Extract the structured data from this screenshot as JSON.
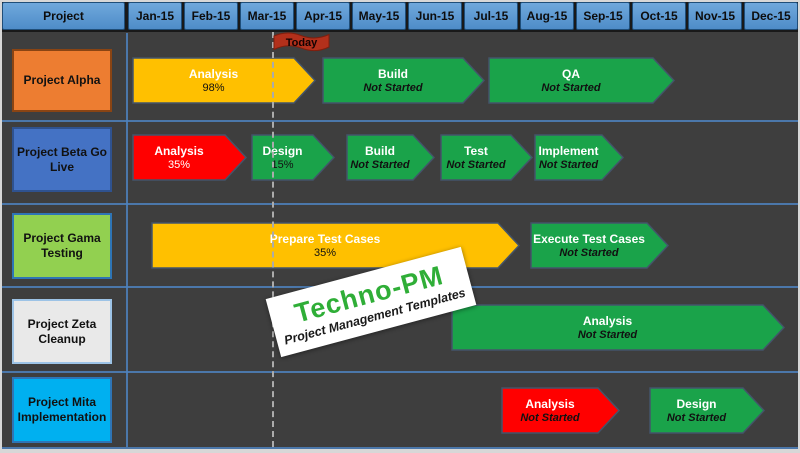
{
  "header": {
    "project_col_label": "Project"
  },
  "today": {
    "label": "Today"
  },
  "watermark": {
    "title": "Techno-PM",
    "subtitle": "Project Management Templates",
    "title_color": "#2FAE37"
  },
  "colors": {
    "background": "#3E3E3E",
    "header_blue": "#5B9BD5",
    "grid_blue": "#4E81BD",
    "dashed_today_line": "#ABABAB",
    "task_green": "#1AA34A",
    "task_yellow": "#FFC000",
    "task_red": "#FF0000",
    "flag_red": "#B3301B",
    "frame_gray": "#D7D7D7"
  },
  "chart_data": {
    "type": "bar",
    "subtype": "gantt-project-roadmap",
    "title": "",
    "x_labels": [
      "Jan-15",
      "Feb-15",
      "Mar-15",
      "Apr-15",
      "May-15",
      "Jun-15",
      "Jul-15",
      "Aug-15",
      "Sep-15",
      "Oct-15",
      "Nov-15",
      "Dec-15"
    ],
    "x_unit": "month",
    "today_marker": {
      "label": "Today",
      "month_position": 2.6
    },
    "legend": "none",
    "rows": [
      {
        "project": "Project Alpha",
        "box_color": "#ED7D31",
        "tasks": [
          {
            "label": "Analysis",
            "status": "98%",
            "color": "#FFC000",
            "start_month": 0.1,
            "end_month": 3.3
          },
          {
            "label": "Build",
            "status": "Not Started",
            "color": "#1AA34A",
            "start_month": 3.5,
            "end_month": 6.4
          },
          {
            "label": "QA",
            "status": "Not Started",
            "color": "#1AA34A",
            "start_month": 6.5,
            "end_month": 9.8
          }
        ]
      },
      {
        "project": "Project Beta Go Live",
        "box_color": "#4472C4",
        "tasks": [
          {
            "label": "Analysis",
            "status": "35%",
            "color": "#FF0000",
            "start_month": 0.1,
            "end_month": 2.1
          },
          {
            "label": "Design",
            "status": "15%",
            "color": "#1AA34A",
            "start_month": 2.2,
            "end_month": 3.7
          },
          {
            "label": "Build",
            "status": "Not Started",
            "color": "#1AA34A",
            "start_month": 3.9,
            "end_month": 5.5
          },
          {
            "label": "Test",
            "status": "Not Started",
            "color": "#1AA34A",
            "start_month": 5.6,
            "end_month": 7.2
          },
          {
            "label": "Implement",
            "status": "Not Started",
            "color": "#1AA34A",
            "start_month": 7.3,
            "end_month": 8.9
          }
        ]
      },
      {
        "project": "Project Gama Testing",
        "box_color": "#92D050",
        "tasks": [
          {
            "label": "Prepare Test Cases",
            "status": "35%",
            "color": "#FFC000",
            "start_month": 0.4,
            "end_month": 7.0
          },
          {
            "label": "Execute Test Cases",
            "status": "Not Started",
            "color": "#1AA34A",
            "start_month": 7.2,
            "end_month": 9.7
          }
        ]
      },
      {
        "project": "Project Zeta Cleanup",
        "box_color": "#E9E9E9",
        "tasks": [
          {
            "label": "Analysis",
            "status": "Not Started",
            "color": "#1AA34A",
            "start_month": 5.8,
            "end_month": 11.8
          }
        ]
      },
      {
        "project": "Project Mita Implementation",
        "box_color": "#00B0F0",
        "tasks": [
          {
            "label": "Analysis",
            "status": "Not Started",
            "color": "#FF0000",
            "start_month": 6.7,
            "end_month": 8.8
          },
          {
            "label": "Design",
            "status": "Not Started",
            "color": "#1AA34A",
            "start_month": 9.3,
            "end_month": 11.4
          }
        ]
      }
    ]
  }
}
